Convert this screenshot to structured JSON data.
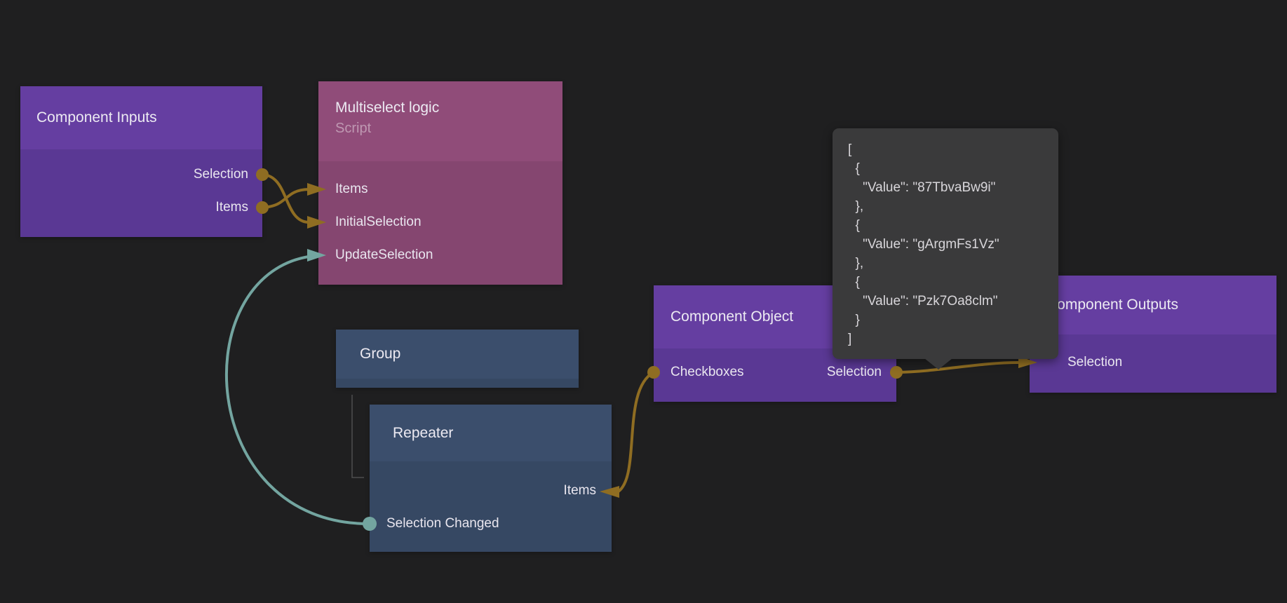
{
  "canvas": {
    "name": "node-graph-canvas"
  },
  "colors": {
    "background": "#1f1f20",
    "purple_header": "#653ea1",
    "purple_body": "#5a3894",
    "pink_header": "#904c79",
    "pink_body": "#854670",
    "slate_header": "#3b4e6c",
    "slate_body": "#364863",
    "wire_gold": "#8f6d22",
    "wire_teal": "#73a5a0",
    "tooltip_bg": "#3a3a3b"
  },
  "nodes": {
    "component_inputs": {
      "title": "Component Inputs",
      "ports": [
        "Selection",
        "Items"
      ]
    },
    "multiselect_logic": {
      "title": "Multiselect logic",
      "subtitle": "Script",
      "ports": [
        "Items",
        "InitialSelection",
        "UpdateSelection"
      ]
    },
    "group": {
      "title": "Group"
    },
    "repeater": {
      "title": "Repeater",
      "ports": [
        "Items",
        "Selection Changed"
      ]
    },
    "component_object": {
      "title": "Component Object",
      "ports": [
        "Checkboxes",
        "Selection"
      ]
    },
    "component_outputs": {
      "title": "Component Outputs",
      "ports": [
        "Selection"
      ]
    }
  },
  "connections": [
    {
      "from": "Component Inputs.Selection",
      "to": "Multiselect logic.InitialSelection",
      "color": "gold"
    },
    {
      "from": "Component Inputs.Items",
      "to": "Multiselect logic.Items",
      "color": "gold"
    },
    {
      "from": "Repeater.Selection Changed",
      "to": "Multiselect logic.UpdateSelection",
      "color": "teal"
    },
    {
      "from": "Component Object.Checkboxes",
      "to": "Repeater.Items",
      "color": "gold"
    },
    {
      "from": "Component Object.Selection",
      "to": "Component Outputs.Selection",
      "color": "gold"
    }
  ],
  "tooltip": {
    "text": "[\n  {\n    \"Value\": \"87TbvaBw9i\"\n  },\n  {\n    \"Value\": \"gArgmFs1Vz\"\n  },\n  {\n    \"Value\": \"Pzk7Oa8clm\"\n  }\n]"
  }
}
